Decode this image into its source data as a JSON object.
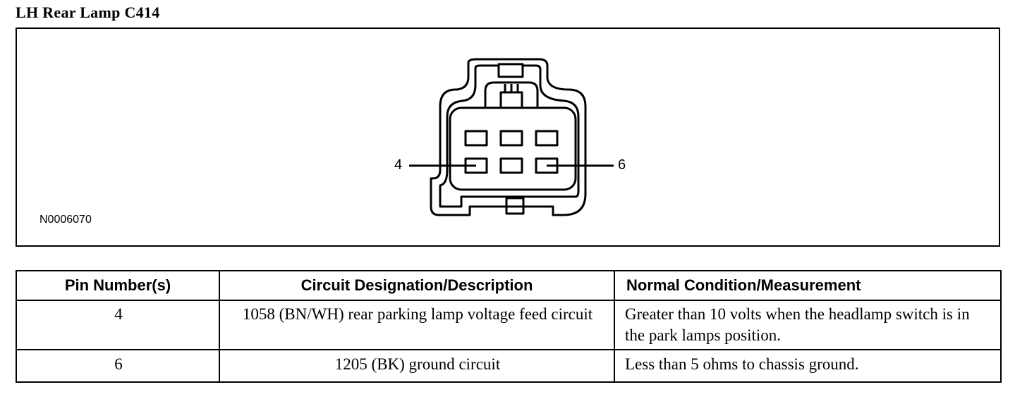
{
  "title": "LH Rear Lamp C414",
  "diagram": {
    "figure_id": "N0006070",
    "pin_left_label": "4",
    "pin_right_label": "6"
  },
  "table": {
    "headers": [
      "Pin Number(s)",
      "Circuit Designation/Description",
      "Normal Condition/Measurement"
    ],
    "rows": [
      {
        "pin": "4",
        "circuit": "1058 (BN/WH) rear parking lamp voltage feed circuit",
        "condition": "Greater than 10 volts when the headlamp switch is in the park lamps position."
      },
      {
        "pin": "6",
        "circuit": "1205 (BK) ground circuit",
        "condition": "Less than 5 ohms to chassis ground."
      }
    ]
  }
}
